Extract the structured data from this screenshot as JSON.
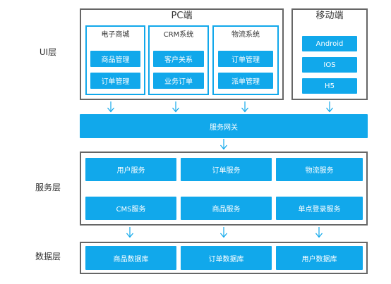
{
  "layers": {
    "ui": "UI层",
    "service": "服务层",
    "data": "数据层"
  },
  "pc": {
    "title": "PC端",
    "subsystems": [
      {
        "title": "电子商城",
        "items": [
          "商品管理",
          "订单管理"
        ]
      },
      {
        "title": "CRM系统",
        "items": [
          "客户关系",
          "业务订单"
        ]
      },
      {
        "title": "物流系统",
        "items": [
          "订单管理",
          "派单管理"
        ]
      }
    ]
  },
  "mobile": {
    "title": "移动端",
    "items": [
      "Android",
      "IOS",
      "H5"
    ]
  },
  "gateway": {
    "label": "服务网关"
  },
  "services": {
    "row1": [
      "用户服务",
      "订单服务",
      "物流服务"
    ],
    "row2": [
      "CMS服务",
      "商品服务",
      "单点登录服务"
    ]
  },
  "databases": [
    "商品数据库",
    "订单数据库",
    "用户数据库"
  ],
  "colors": {
    "accent": "#11a8eb",
    "frame_border": "#666666",
    "text": "#333333"
  }
}
